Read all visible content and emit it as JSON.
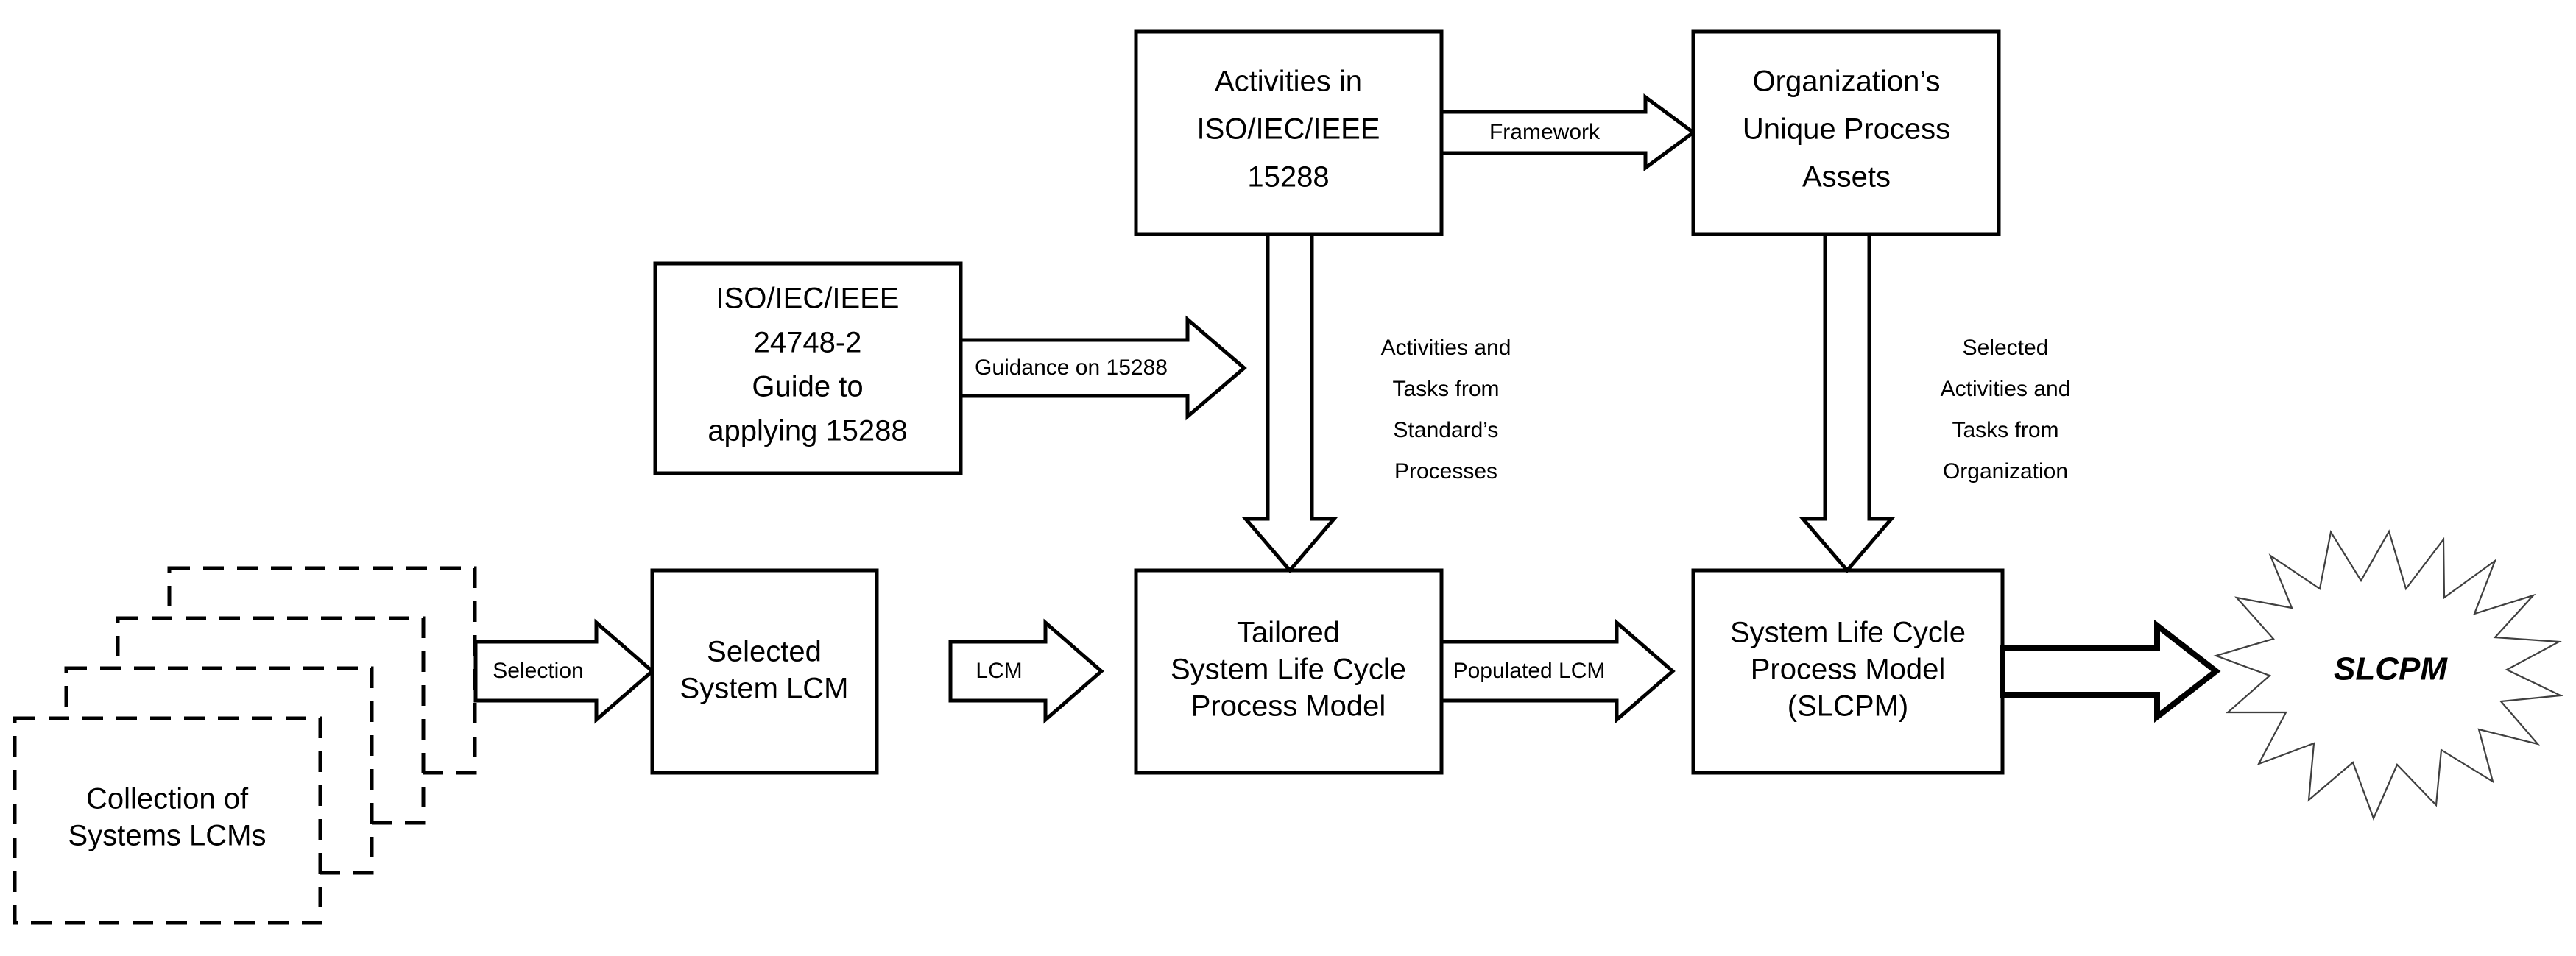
{
  "diagram": {
    "title": "System Life Cycle Process Model tailoring flow",
    "colors": {
      "stroke": "#000000",
      "fill": "#ffffff",
      "star_stroke": "#3f3f3f"
    },
    "boxes": {
      "activities_15288": {
        "lines": [
          "Activities in",
          "ISO/IEC/IEEE",
          "15288"
        ]
      },
      "org_assets": {
        "lines": [
          "Organization’s",
          "Unique Process",
          "Assets"
        ]
      },
      "guide_24748": {
        "lines": [
          "ISO/IEC/IEEE",
          "24748-2",
          "Guide to",
          "applying 15288"
        ]
      },
      "selected_lcm": {
        "lines": [
          "Selected",
          "System LCM"
        ]
      },
      "tailored_model": {
        "lines": [
          "Tailored",
          "System Life Cycle",
          "Process Model"
        ]
      },
      "slcpm_box": {
        "lines": [
          "System Life Cycle",
          "Process Model",
          "(SLCPM)"
        ]
      },
      "collection_stack": {
        "lines": [
          "Collection of",
          "Systems LCMs"
        ],
        "card_count": 4
      },
      "starburst": {
        "label": "SLCPM",
        "points": 24
      }
    },
    "arrow_labels": {
      "framework": "Framework",
      "guidance_on_15288": "Guidance on 15288",
      "selection": "Selection",
      "lcm": "LCM",
      "populated_lcm": "Populated LCM"
    },
    "side_notes": {
      "standard_processes": [
        "Activities and",
        "Tasks from",
        "Standard’s",
        "Processes"
      ],
      "organization_tasks": [
        "Selected",
        "Activities and",
        "Tasks from",
        "Organization"
      ]
    }
  }
}
